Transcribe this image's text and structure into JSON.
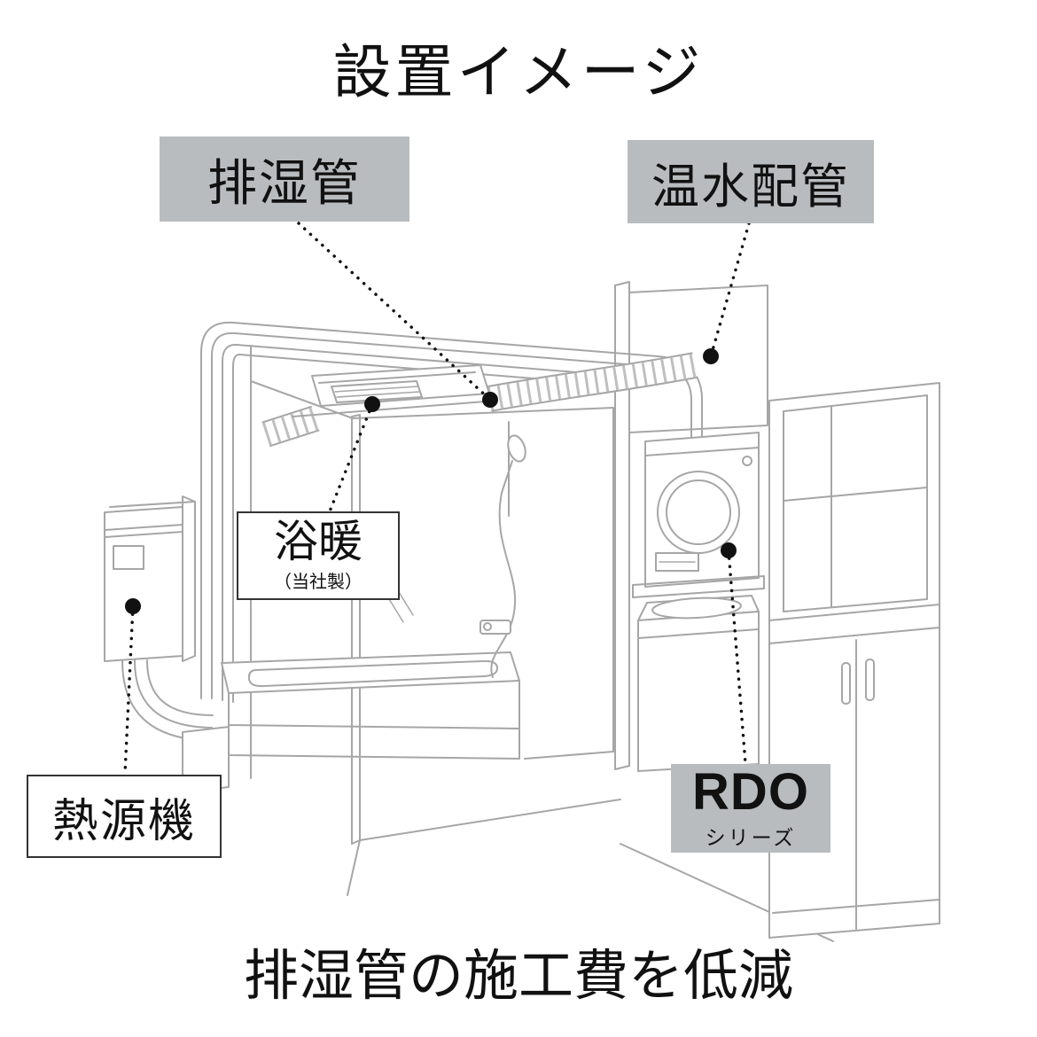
{
  "page": {
    "title": "設置イメージ",
    "caption": "排湿管の施工費を低減"
  },
  "annotations": {
    "exhaust_duct": {
      "label": "排湿管"
    },
    "hot_water_piping": {
      "label": "温水配管"
    },
    "bath_heater": {
      "label": "浴暖",
      "note": "（当社製）"
    },
    "heat_source_unit": {
      "label": "熱源機"
    },
    "rdo_series": {
      "name": "RDO",
      "suffix": "シリーズ"
    }
  },
  "colors": {
    "label_bg": "#b8bcbe",
    "line_art": "#a6a6a6",
    "marker": "#111111"
  }
}
